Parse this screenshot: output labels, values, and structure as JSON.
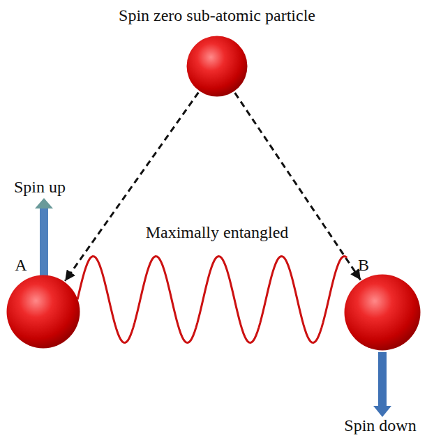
{
  "diagram": {
    "nodes": [
      {
        "text": [
          "Spin zero sub-atomic particle"
        ]
      },
      {
        "text": [
          "A"
        ]
      },
      {
        "text": [
          "B"
        ]
      }
    ],
    "edges": [
      {
        "from": 0,
        "to": 1,
        "arrow": "to"
      },
      {
        "from": 0,
        "to": 2,
        "arrow": "to"
      },
      {
        "from": 1,
        "to": 2,
        "label": "Maximally entangled",
        "arrow": "none"
      }
    ],
    "labels": [
      "Spin up",
      "Spin down"
    ]
  }
}
